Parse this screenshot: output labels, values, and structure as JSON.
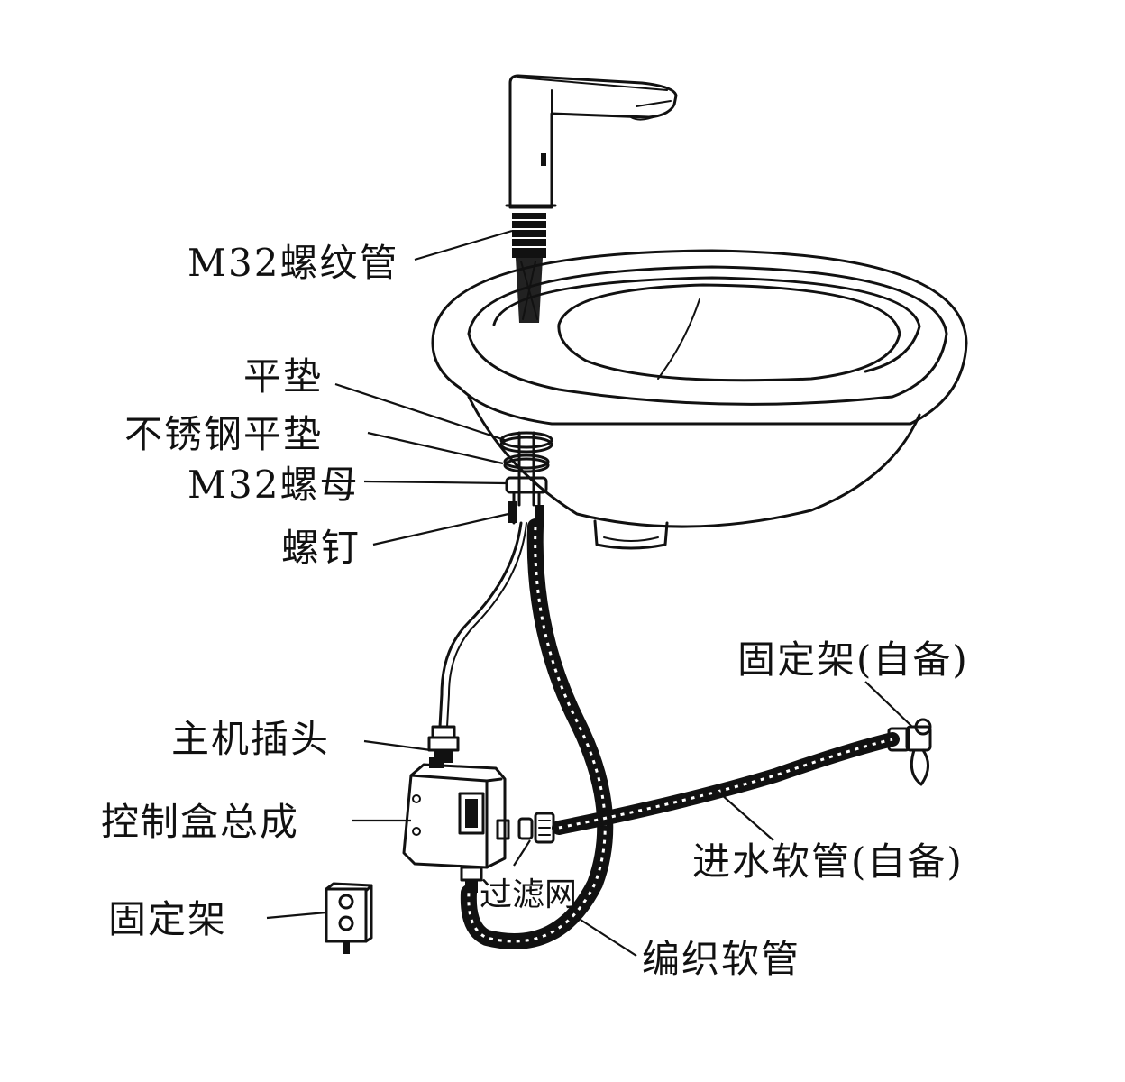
{
  "labels": {
    "m32_thread_pipe": "M32螺纹管",
    "flat_gasket": "平垫",
    "stainless_flat_gasket": "不锈钢平垫",
    "m32_nut": "M32螺母",
    "screw": "螺钉",
    "host_plug": "主机插头",
    "control_box_assembly": "控制盒总成",
    "bracket": "固定架",
    "bracket_self_supplied": "固定架(自备)",
    "inlet_hose_self_supplied": "进水软管(自备)",
    "filter_screen": "过滤网",
    "braided_hose": "编织软管"
  }
}
